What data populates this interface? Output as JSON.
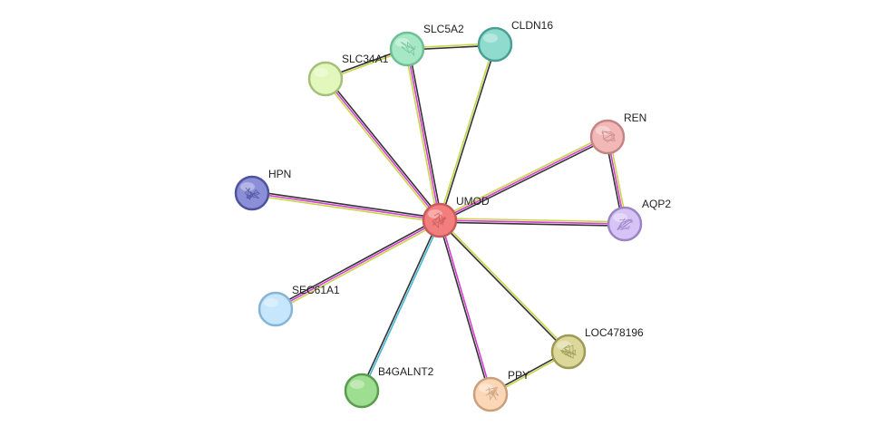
{
  "network": {
    "nodes": [
      {
        "id": "UMOD",
        "label": "UMOD",
        "color": "#f47e7e",
        "stroke": "#c65b5b",
        "structure": "protein-structure-glyph"
      },
      {
        "id": "SLC5A2",
        "label": "SLC5A2",
        "color": "#a6e8c5",
        "stroke": "#6fbf95",
        "structure": "protein-structure-glyph"
      },
      {
        "id": "CLDN16",
        "label": "CLDN16",
        "color": "#8fdccf",
        "stroke": "#4a9f93",
        "structure": ""
      },
      {
        "id": "SLC34A1",
        "label": "SLC34A1",
        "color": "#e2f7bb",
        "stroke": "#a5c07a",
        "structure": ""
      },
      {
        "id": "REN",
        "label": "REN",
        "color": "#f2b8b8",
        "stroke": "#c48484",
        "structure": "protein-structure-glyph"
      },
      {
        "id": "HPN",
        "label": "HPN",
        "color": "#8a8fd8",
        "stroke": "#4e539c",
        "structure": "protein-structure-glyph"
      },
      {
        "id": "AQP2",
        "label": "AQP2",
        "color": "#d7c3f5",
        "stroke": "#9a84c4",
        "structure": "protein-structure-glyph"
      },
      {
        "id": "SEC61A1",
        "label": "SEC61A1",
        "color": "#c5e6fb",
        "stroke": "#86b4d3",
        "structure": ""
      },
      {
        "id": "LOC478196",
        "label": "LOC478196",
        "color": "#dcd89a",
        "stroke": "#9d9a55",
        "structure": "protein-structure-glyph"
      },
      {
        "id": "PPY",
        "label": "PPY",
        "color": "#fbd7b8",
        "stroke": "#c9a07c",
        "structure": "protein-structure-glyph"
      },
      {
        "id": "B4GALNT2",
        "label": "B4GALNT2",
        "color": "#9ede90",
        "stroke": "#5a9c4e",
        "structure": ""
      }
    ],
    "edges": [
      {
        "from": "UMOD",
        "to": "SLC5A2",
        "channels": [
          "#c8d64a",
          "#d23fd2",
          "#333333"
        ]
      },
      {
        "from": "UMOD",
        "to": "CLDN16",
        "channels": [
          "#c8d64a",
          "#333333"
        ]
      },
      {
        "from": "UMOD",
        "to": "SLC34A1",
        "channels": [
          "#c8d64a",
          "#d23fd2",
          "#333333"
        ]
      },
      {
        "from": "UMOD",
        "to": "REN",
        "channels": [
          "#c8d64a",
          "#d23fd2",
          "#333333"
        ]
      },
      {
        "from": "UMOD",
        "to": "HPN",
        "channels": [
          "#c8d64a",
          "#d23fd2",
          "#333333"
        ]
      },
      {
        "from": "UMOD",
        "to": "AQP2",
        "channels": [
          "#c8d64a",
          "#d23fd2",
          "#333333"
        ]
      },
      {
        "from": "UMOD",
        "to": "SEC61A1",
        "channels": [
          "#c8d64a",
          "#d23fd2",
          "#333333"
        ]
      },
      {
        "from": "UMOD",
        "to": "LOC478196",
        "channels": [
          "#c8d64a",
          "#333333"
        ]
      },
      {
        "from": "UMOD",
        "to": "PPY",
        "channels": [
          "#d23fd2",
          "#333333"
        ]
      },
      {
        "from": "UMOD",
        "to": "B4GALNT2",
        "channels": [
          "#3fb8d6",
          "#333333"
        ]
      },
      {
        "from": "SLC5A2",
        "to": "CLDN16",
        "channels": [
          "#c8d64a",
          "#333333"
        ]
      },
      {
        "from": "SLC5A2",
        "to": "SLC34A1",
        "channels": [
          "#c8d64a",
          "#333333"
        ]
      },
      {
        "from": "REN",
        "to": "AQP2",
        "channels": [
          "#c8d64a",
          "#d23fd2",
          "#333333"
        ]
      },
      {
        "from": "LOC478196",
        "to": "PPY",
        "channels": [
          "#c8d64a",
          "#333333"
        ]
      }
    ]
  }
}
